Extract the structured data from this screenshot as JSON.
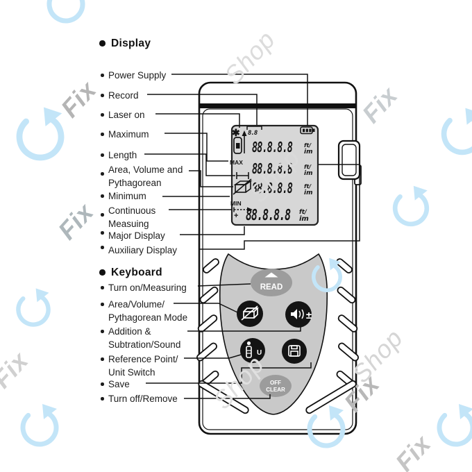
{
  "watermark": {
    "fix": "Fix",
    "shop": "Shop"
  },
  "display_section": {
    "heading": "Display",
    "labels": [
      {
        "l1": "Power Supply"
      },
      {
        "l1": "Record"
      },
      {
        "l1": "Laser on"
      },
      {
        "l1": "Maximum"
      },
      {
        "l1": "Length"
      },
      {
        "l1": "Area, Volume and",
        "l2": "Pythagorean"
      },
      {
        "l1": "Minimum"
      },
      {
        "l1": "Continuous",
        "l2": "Measuing"
      },
      {
        "l1": "Major Display"
      },
      {
        "l1": "Auxiliary Display"
      }
    ]
  },
  "keyboard_section": {
    "heading": "Keyboard",
    "labels": [
      {
        "l1": "Turn on/Measuring"
      },
      {
        "l1": "Area/Volume/",
        "l2": "Pythagorean Mode"
      },
      {
        "l1": "Addition &",
        "l2": "Subtration/Sound"
      },
      {
        "l1": "Reference Point/",
        "l2": "Unit Switch"
      },
      {
        "l1": "Save"
      },
      {
        "l1": "Turn off/Remove"
      }
    ]
  },
  "device": {
    "lcd": {
      "record_counter": "8.8",
      "max_label": "MAX",
      "min_label": "MIN",
      "plus_sign": "+",
      "star": "✱",
      "rows": [
        "88.8.8.8",
        "88.8.8.8",
        "88.8.8.8",
        "88.8.8.8"
      ],
      "unit_top": "ft/",
      "unit_bottom": "im"
    },
    "keypad": {
      "read_label": "READ",
      "off_label": "OFF",
      "clear_label": "CLEAR",
      "unit_letter": "U",
      "plus_minus": "±"
    }
  },
  "colors": {
    "lcd_bg": "#d7d7d7",
    "keypad_bg": "#c9c9c9",
    "button_black": "#141414",
    "oval_gray": "#9c9c9c",
    "watermark_blue": "#c3e5f8",
    "watermark_gray": "#b5b5b5"
  }
}
